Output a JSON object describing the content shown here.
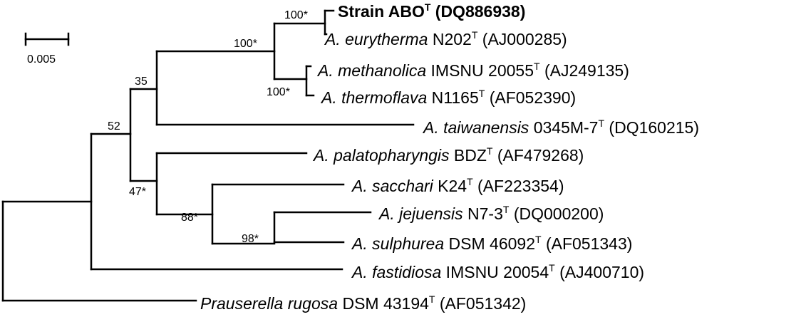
{
  "scale_bar": {
    "label": "0.005"
  },
  "taxa": [
    {
      "id": "abo",
      "parts": [
        {
          "t": "Strain ABO",
          "s": "b"
        },
        {
          "t": "T",
          "s": "bsup"
        },
        {
          "t": " (DQ886938)",
          "s": "b"
        }
      ]
    },
    {
      "id": "eury",
      "parts": [
        {
          "t": "A. eurytherma",
          "s": "i"
        },
        {
          "t": " N202",
          "s": "n"
        },
        {
          "t": "T",
          "s": "sup"
        },
        {
          "t": " (AJ000285)",
          "s": "n"
        }
      ]
    },
    {
      "id": "meth",
      "parts": [
        {
          "t": "A. methanolica",
          "s": "i"
        },
        {
          "t": " IMSNU 20055",
          "s": "n"
        },
        {
          "t": "T",
          "s": "sup"
        },
        {
          "t": " (AJ249135)",
          "s": "n"
        }
      ]
    },
    {
      "id": "ther",
      "parts": [
        {
          "t": "A. thermoflava",
          "s": "i"
        },
        {
          "t": " N1165",
          "s": "n"
        },
        {
          "t": "T",
          "s": "sup"
        },
        {
          "t": " (AF052390)",
          "s": "n"
        }
      ]
    },
    {
      "id": "taiw",
      "parts": [
        {
          "t": "A. taiwanensis",
          "s": "i"
        },
        {
          "t": " 0345M-7",
          "s": "n"
        },
        {
          "t": "T",
          "s": "sup"
        },
        {
          "t": " (DQ160215)",
          "s": "n"
        }
      ]
    },
    {
      "id": "pala",
      "parts": [
        {
          "t": "A. palatopharyngis",
          "s": "i"
        },
        {
          "t": " BDZ",
          "s": "n"
        },
        {
          "t": "T",
          "s": "sup"
        },
        {
          "t": " (AF479268)",
          "s": "n"
        }
      ]
    },
    {
      "id": "sacc",
      "parts": [
        {
          "t": "A. sacchari",
          "s": "i"
        },
        {
          "t": " K24",
          "s": "n"
        },
        {
          "t": "T",
          "s": "sup"
        },
        {
          "t": " (AF223354)",
          "s": "n"
        }
      ]
    },
    {
      "id": "jeju",
      "parts": [
        {
          "t": "A. jejuensis",
          "s": "i"
        },
        {
          "t": " N7-3",
          "s": "n"
        },
        {
          "t": "T",
          "s": "sup"
        },
        {
          "t": " (DQ000200)",
          "s": "n"
        }
      ]
    },
    {
      "id": "sulp",
      "parts": [
        {
          "t": "A. sulphurea",
          "s": "i"
        },
        {
          "t": " DSM 46092",
          "s": "n"
        },
        {
          "t": "T",
          "s": "sup"
        },
        {
          "t": " (AF051343)",
          "s": "n"
        }
      ]
    },
    {
      "id": "fast",
      "parts": [
        {
          "t": "A. fastidiosa",
          "s": "i"
        },
        {
          "t": " IMSNU 20054",
          "s": "n"
        },
        {
          "t": "T",
          "s": "sup"
        },
        {
          "t": " (AJ400710)",
          "s": "n"
        }
      ]
    },
    {
      "id": "prau",
      "parts": [
        {
          "t": "Prauserella rugosa",
          "s": "i"
        },
        {
          "t": " DSM 43194",
          "s": "n"
        },
        {
          "t": "T",
          "s": "sup"
        },
        {
          "t": " (AF051342)",
          "s": "n"
        }
      ]
    }
  ],
  "bootstrap": {
    "abo_eury": "100*",
    "clade_eury": "100*",
    "meth_ther": "100*",
    "node_35": "35",
    "node_52": "52",
    "node_47": "47*",
    "node_88": "88*",
    "node_98": "98*"
  }
}
